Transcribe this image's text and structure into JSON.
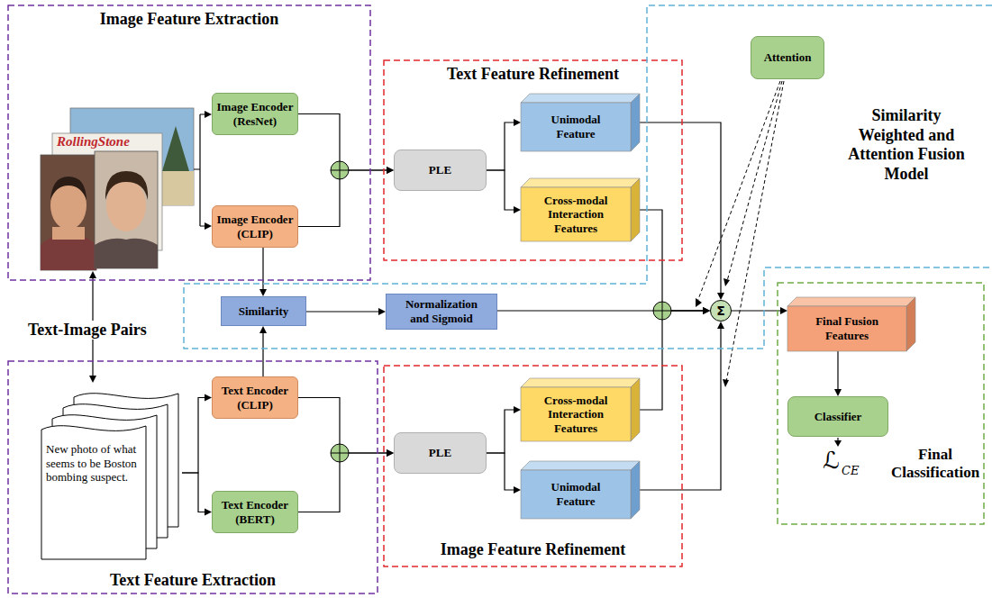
{
  "diagram": {
    "nodes": [
      {
        "text": [
          "Image Feature Extraction"
        ]
      },
      {
        "text": [
          "Image Encoder (ResNet)"
        ],
        "in": 0
      },
      {
        "text": [
          "Image Encoder (CLIP)"
        ],
        "in": 0
      },
      {
        "text": [
          "Text Feature Refinement"
        ]
      },
      {
        "text": [
          "PLE"
        ],
        "in": 3
      },
      {
        "text": [
          "Unimodal Feature"
        ],
        "in": 3
      },
      {
        "text": [
          "Cross-modal Interaction Features"
        ],
        "in": 3
      },
      {
        "text": [
          "Similarity Weighted and Attention Fusion Model"
        ]
      },
      {
        "text": [
          "Attention"
        ],
        "in": 7
      },
      {
        "text": [
          "Similarity"
        ],
        "in": 7
      },
      {
        "text": [
          "Normalization and Sigmoid"
        ],
        "in": 7
      },
      {
        "text": [
          "Σ"
        ],
        "in": 7
      },
      {
        "text": [
          "Final Classification"
        ]
      },
      {
        "text": [
          "Final Fusion Features"
        ],
        "in": 12
      },
      {
        "text": [
          "Classifier"
        ],
        "in": 12
      },
      {
        "text": [
          "Text Feature Extraction"
        ]
      },
      {
        "text": [
          "New photo of what seems to be Boston bombing suspect."
        ],
        "in": 15
      },
      {
        "text": [
          "Text Encoder (CLIP)"
        ],
        "in": 15
      },
      {
        "text": [
          "Text Encoder (BERT)"
        ],
        "in": 15
      },
      {
        "text": [
          "Image Feature Refinement"
        ]
      },
      {
        "text": [
          "PLE"
        ],
        "in": 19
      },
      {
        "text": [
          "Cross-modal Interaction Features"
        ],
        "in": 19
      },
      {
        "text": [
          "Unimodal Feature"
        ],
        "in": 19
      }
    ],
    "edges": [
      {
        "from": 1,
        "to": 4,
        "arrow": "to"
      },
      {
        "from": 2,
        "to": 4,
        "arrow": "to"
      },
      {
        "from": 2,
        "to": 9,
        "arrow": "to"
      },
      {
        "from": 4,
        "to": 5,
        "arrow": "to"
      },
      {
        "from": 4,
        "to": 6,
        "arrow": "to"
      },
      {
        "from": 5,
        "to": 11,
        "arrow": "to"
      },
      {
        "from": 6,
        "to": 11,
        "arrow": "to"
      },
      {
        "from": 9,
        "to": 10,
        "arrow": "to"
      },
      {
        "from": 10,
        "to": 11,
        "arrow": "to"
      },
      {
        "from": 11,
        "to": 13,
        "arrow": "to"
      },
      {
        "from": 13,
        "to": 14,
        "arrow": "to"
      },
      {
        "from": 16,
        "to": 17,
        "arrow": "to"
      },
      {
        "from": 16,
        "to": 18,
        "arrow": "to"
      },
      {
        "from": 17,
        "to": 9,
        "arrow": "to"
      },
      {
        "from": 17,
        "to": 20,
        "arrow": "to"
      },
      {
        "from": 18,
        "to": 20,
        "arrow": "to"
      },
      {
        "from": 20,
        "to": 21,
        "arrow": "to"
      },
      {
        "from": 20,
        "to": 22,
        "arrow": "to"
      },
      {
        "from": 21,
        "to": 11,
        "arrow": "to"
      },
      {
        "from": 22,
        "to": 11,
        "arrow": "to"
      }
    ],
    "labels": [
      "RollingStone",
      "Text-Image Pairs",
      "ℒ",
      "CE"
    ]
  }
}
